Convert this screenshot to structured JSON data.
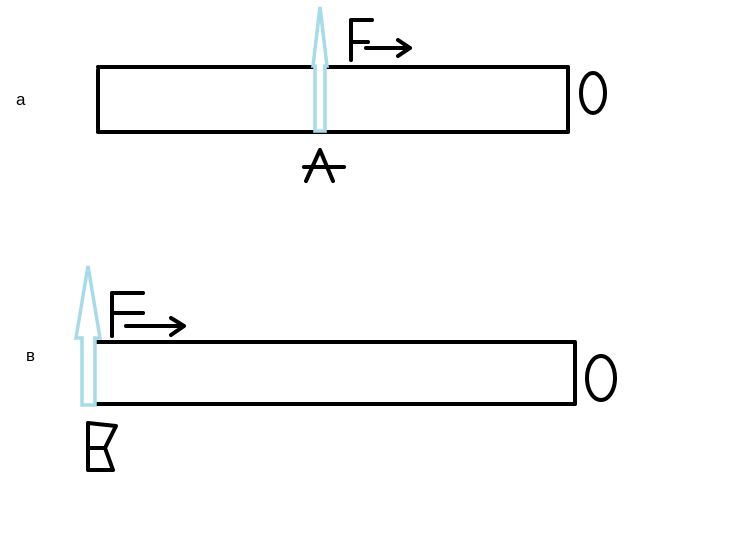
{
  "panels": [
    {
      "label": "a",
      "force_label": "F",
      "point_label": "A",
      "pivot_label": "O"
    },
    {
      "label": "в",
      "force_label": "F",
      "point_label": "B",
      "pivot_label": "O"
    }
  ],
  "colors": {
    "beam": "#000000",
    "force_arrow": "#a6dbe8"
  }
}
